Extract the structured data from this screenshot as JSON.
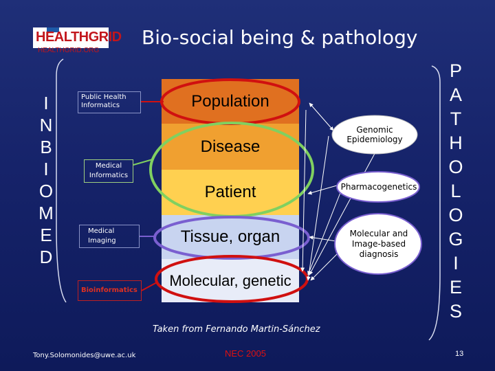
{
  "slide": {
    "logo_text": "HEALTHGRID",
    "logo_url": "HEALTHGRID.ORG",
    "title": "Bio-social being & pathology",
    "left_vertical": [
      "I",
      "N",
      "B",
      "I",
      "O",
      "M",
      "E",
      "D"
    ],
    "right_vertical": [
      "P",
      "A",
      "T",
      "H",
      "O",
      "L",
      "O",
      "G",
      "I",
      "E",
      "S"
    ],
    "left_labels": {
      "public_health": "Public Health Informatics",
      "medical_informatics": "Medical Informatics",
      "medical_imaging": "Medical Imaging",
      "bioinformatics": "Bioinformatics"
    },
    "levels": [
      "Population",
      "Disease",
      "Patient",
      "Tissue, organ",
      "Molecular, genetic"
    ],
    "right_labels": {
      "genomic": "Genomic Epidemiology",
      "pharmaco": "Pharmacogenetics",
      "molecular": "Molecular and Image-based diagnosis"
    },
    "credit": "Taken from Fernando Martin-Sánchez",
    "email": "Tony.Solomonides@uwe.ac.uk",
    "event": "NEC 2005",
    "page_number": "13"
  },
  "colors": {
    "background": "#1a2870",
    "population_band": "#e07020",
    "disease_band": "#f0a030",
    "patient_band": "#ffd050",
    "tissue_band": "#c8d4f0",
    "molecular_band": "#e8ecf8",
    "red_ellipse": "#d01010",
    "green_ellipse": "#80d060",
    "purple_ellipse": "#7a5fd0",
    "brand_red": "#c2161c",
    "bio_label": "#d01010",
    "event_text": "#e01010"
  }
}
